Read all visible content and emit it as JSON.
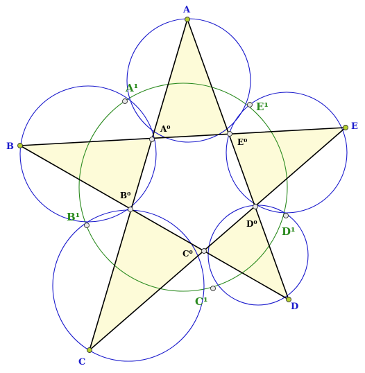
{
  "labels": {
    "A": "A",
    "B": "B",
    "C": "C",
    "D": "D",
    "E": "E",
    "A0": "A⁰",
    "B0": "B⁰",
    "C0": "C⁰",
    "D0": "D⁰",
    "E0": "E⁰",
    "A1": "A¹",
    "B1": "B¹",
    "C1": "C¹",
    "D1": "D¹",
    "E1": "E¹"
  },
  "colors": {
    "triangle_fill": "#fdfbd8",
    "star_lines": "#000000",
    "small_circles": "#1a1acc",
    "large_circle": "#2a8a1e",
    "vertex_point": "#b5d12e",
    "inner_point": "#e6e6e6",
    "vertex_labels": "#1a1acc",
    "inner_labels": "#000000",
    "miquel_labels": "#2a8a1e"
  }
}
